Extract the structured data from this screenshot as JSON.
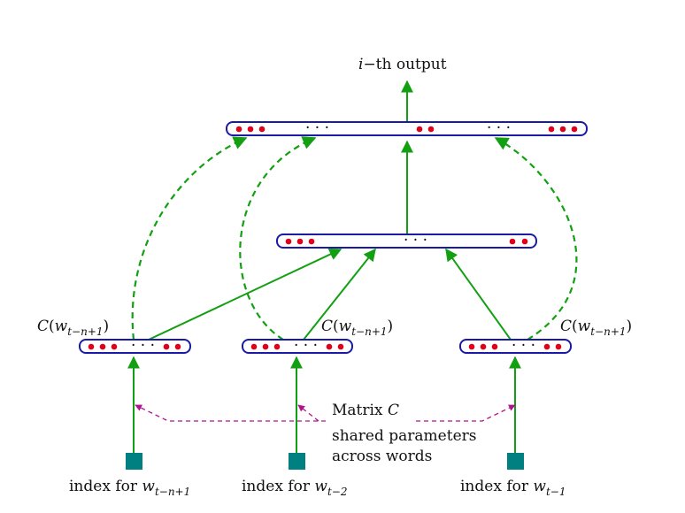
{
  "diagram": {
    "output_label": {
      "var": "i",
      "text": "−th output"
    },
    "ellipsis": "· · ·",
    "embedding_labels": [
      {
        "func": "C(",
        "var": "w",
        "sub": "t−n+1",
        "close": ")"
      },
      {
        "func": "C(",
        "var": "w",
        "sub": "t−n+1",
        "close": ")"
      },
      {
        "func": "C(",
        "var": "w",
        "sub": "t−n+1",
        "close": ")"
      }
    ],
    "matrix_label": {
      "text": "Matrix ",
      "var": "C"
    },
    "shared_note": [
      "shared parameters",
      "across words"
    ],
    "index_labels": [
      {
        "text": "index for ",
        "var": "w",
        "sub": "t−n+1"
      },
      {
        "text": "index for ",
        "var": "w",
        "sub": "t−2"
      },
      {
        "text": "index for ",
        "var": "w",
        "sub": "t−1"
      }
    ],
    "colors": {
      "box_border": "#1a1aa6",
      "neuron": "#e0001a",
      "arrow": "#12a012",
      "shared_arrow": "#b0148c",
      "index_square": "#008080"
    }
  }
}
